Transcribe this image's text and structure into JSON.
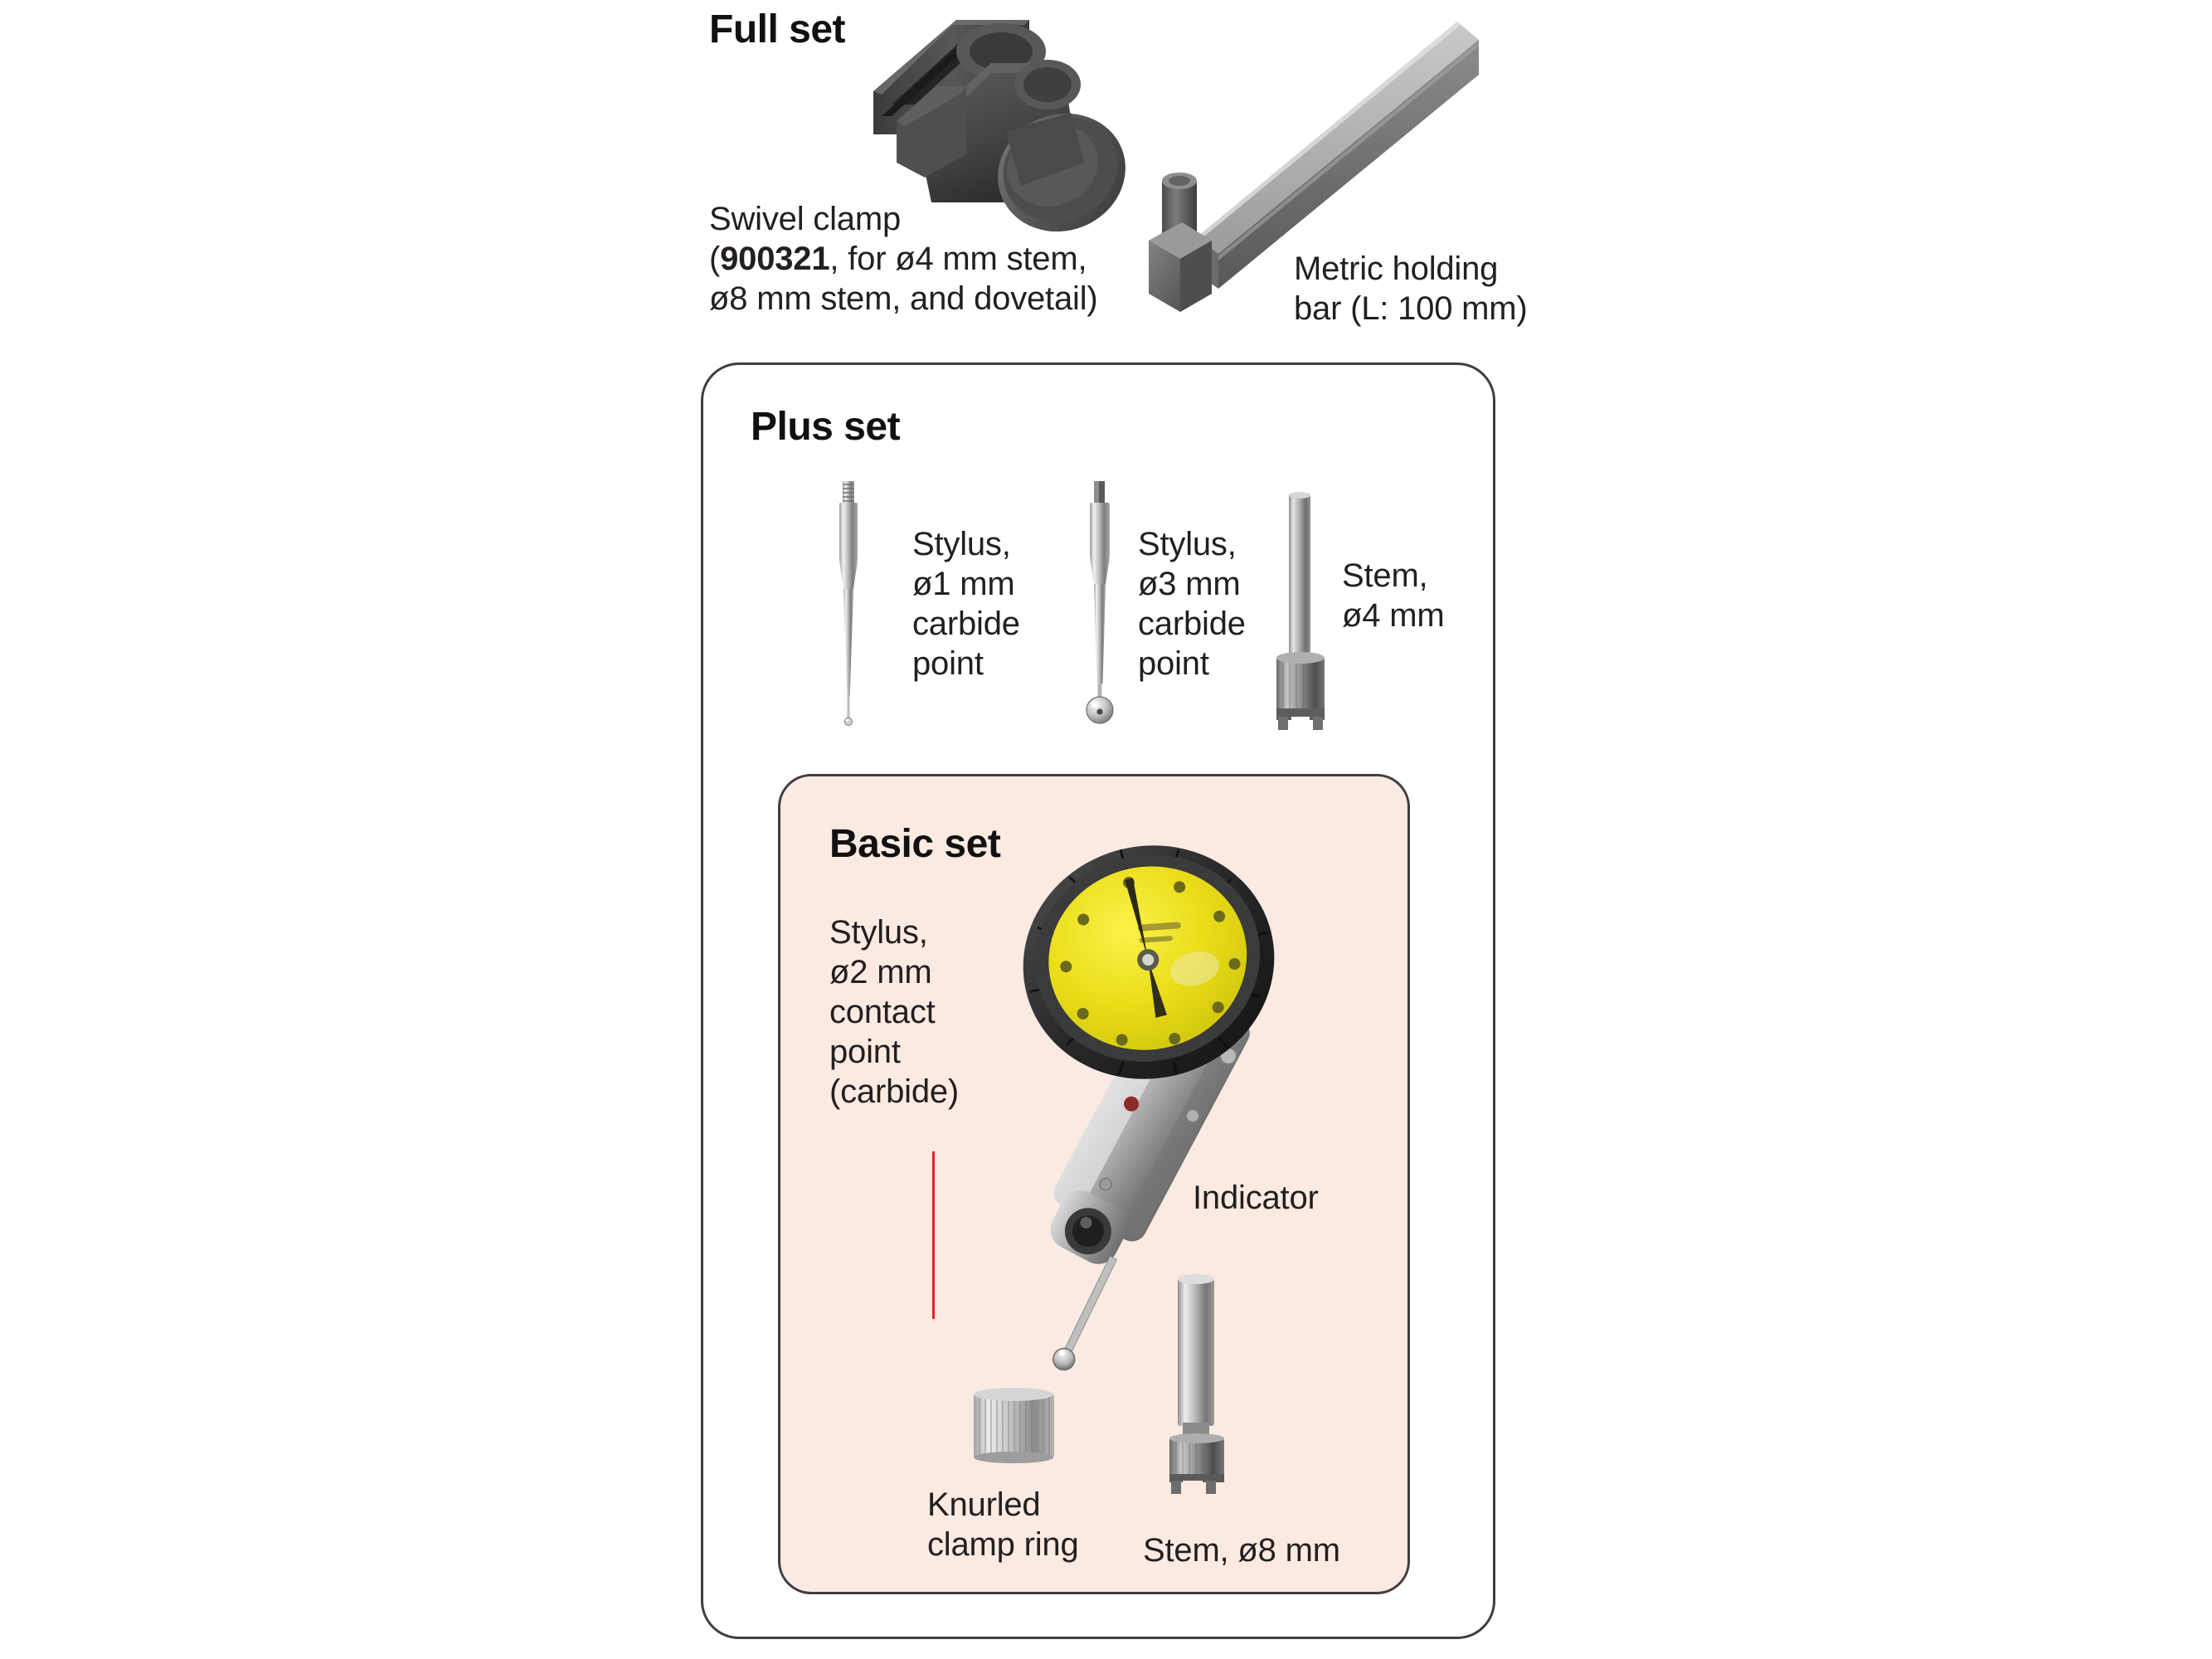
{
  "page": {
    "background": "#ffffff",
    "text_color": "#231f20",
    "accent_red": "#e8202a",
    "basic_set_fill": "#faeae2",
    "frame_border": "#3f3f3f",
    "dial_face": "#e9dc1c",
    "bezel": "#2b2b2b",
    "metal_light": "#d9d9d9",
    "metal_dark": "#5a5a5a"
  },
  "full_set": {
    "heading": "Full set",
    "items": [
      {
        "name": "swivel-clamp",
        "label_line1": "Swivel clamp",
        "label_code": "900321",
        "label_line2_prefix": "(",
        "label_line2_suffix": ", for ø4 mm stem,",
        "label_line3": "ø8 mm stem, and dovetail)"
      },
      {
        "name": "metric-holding-bar",
        "label": "Metric holding\nbar (L: 100 mm)"
      }
    ]
  },
  "plus_set": {
    "heading": "Plus set",
    "items": [
      {
        "name": "stylus-1mm",
        "label": "Stylus,\nø1 mm\ncarbide\npoint"
      },
      {
        "name": "stylus-3mm",
        "label": "Stylus,\nø3 mm\ncarbide\npoint"
      },
      {
        "name": "stem-4mm",
        "label": "Stem,\nø4 mm"
      }
    ]
  },
  "basic_set": {
    "heading": "Basic set",
    "items": [
      {
        "name": "stylus-2mm-contact-point",
        "label": "Stylus,\nø2 mm\ncontact\npoint\n(carbide)"
      },
      {
        "name": "indicator",
        "label": "Indicator"
      },
      {
        "name": "knurled-clamp-ring",
        "label": "Knurled\nclamp ring"
      },
      {
        "name": "stem-8mm",
        "label": "Stem, ø8 mm"
      }
    ]
  }
}
